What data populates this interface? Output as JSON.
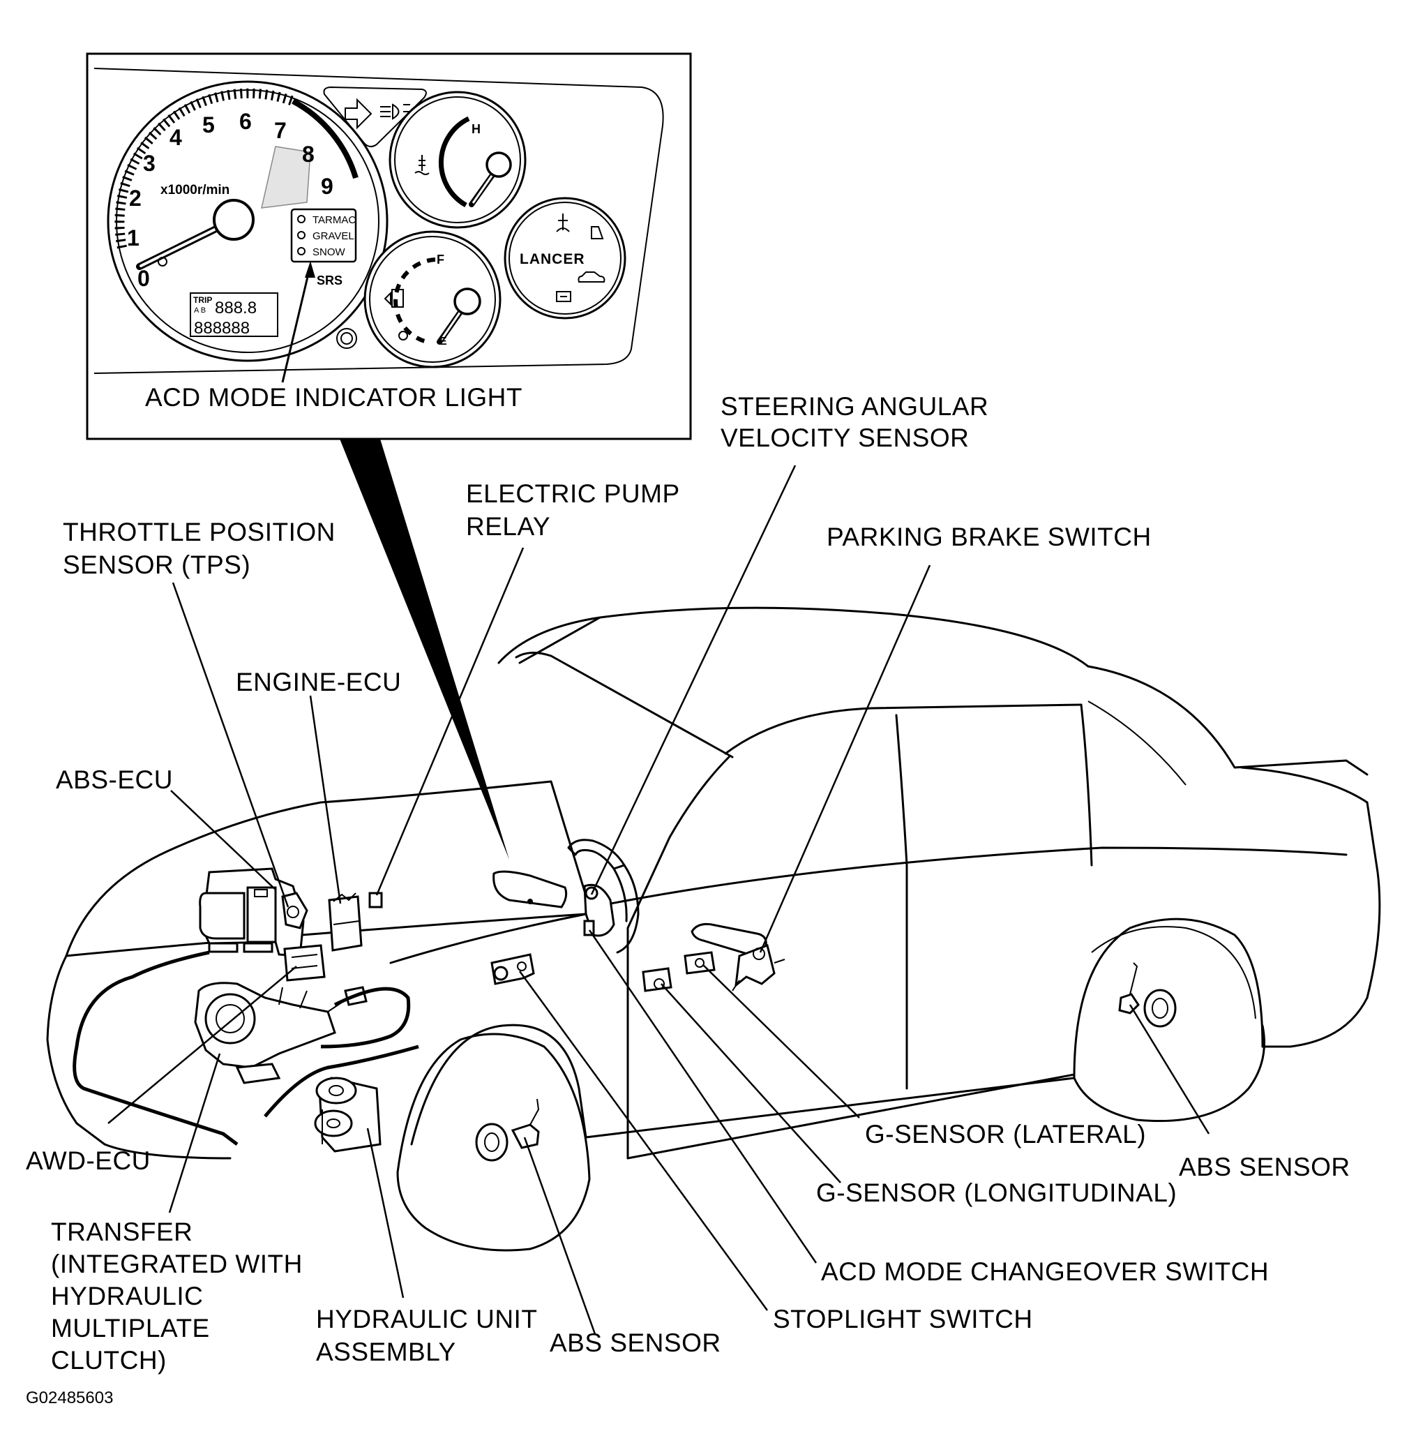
{
  "figure_id": "G02485603",
  "cluster": {
    "tach_numbers": [
      "0",
      "1",
      "2",
      "3",
      "4",
      "5",
      "6",
      "7",
      "8",
      "9"
    ],
    "tach_unit": "x1000r/min",
    "mode_options": [
      "TARMAC",
      "GRAVEL",
      "SNOW"
    ],
    "srs": "SRS",
    "trip": "TRIP",
    "trip_ab": "A B",
    "odo_digits": "888888",
    "trip_digits": "888.8",
    "temp_h": "H",
    "fuel_f": "F",
    "fuel_e": "E",
    "brand": "LANCER"
  },
  "labels": {
    "acd_mode_indicator_light": "ACD MODE INDICATOR LIGHT",
    "steering_angular_1": "STEERING ANGULAR",
    "steering_angular_2": "VELOCITY SENSOR",
    "electric_pump_1": "ELECTRIC PUMP",
    "electric_pump_2": "RELAY",
    "tps_1": "THROTTLE POSITION",
    "tps_2": "SENSOR (TPS)",
    "parking_brake_switch": "PARKING BRAKE SWITCH",
    "engine_ecu": "ENGINE-ECU",
    "abs_ecu": "ABS-ECU",
    "awd_ecu": "AWD-ECU",
    "transfer_1": "TRANSFER",
    "transfer_2": "(INTEGRATED WITH",
    "transfer_3": "HYDRAULIC",
    "transfer_4": "MULTIPLATE",
    "transfer_5": "CLUTCH)",
    "hydraulic_unit_1": "HYDRAULIC UNIT",
    "hydraulic_unit_2": "ASSEMBLY",
    "abs_sensor_front": "ABS SENSOR",
    "stoplight_switch": "STOPLIGHT SWITCH",
    "acd_mode_changeover_switch": "ACD MODE CHANGEOVER SWITCH",
    "g_sensor_longitudinal": "G-SENSOR (LONGITUDINAL)",
    "g_sensor_lateral": "G-SENSOR (LATERAL)",
    "abs_sensor_rear": "ABS SENSOR"
  }
}
